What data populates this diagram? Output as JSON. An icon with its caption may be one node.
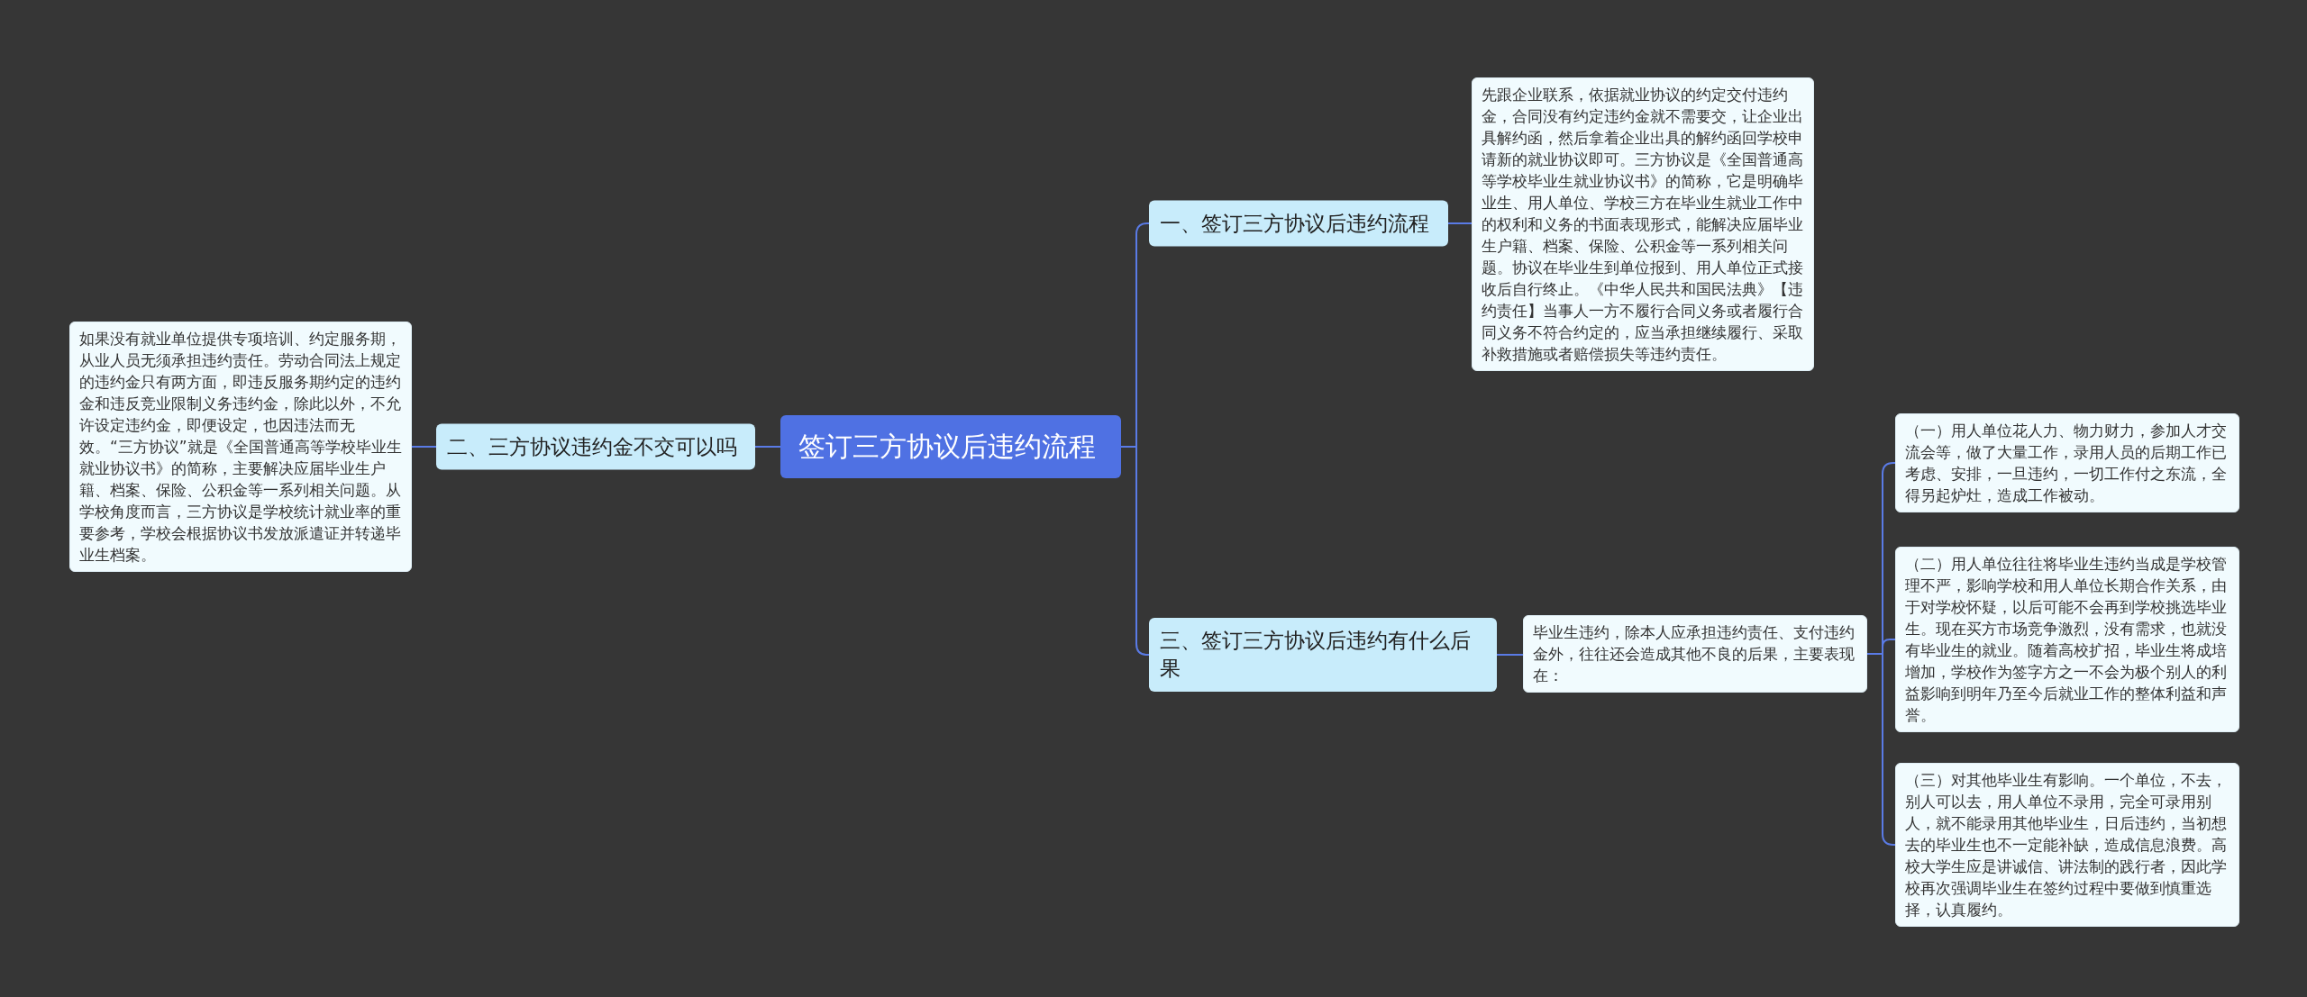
{
  "diagram": {
    "nodes": [
      {
        "text": [
          "签订三方协议后违约流程"
        ]
      },
      {
        "text": [
          "一、签订三方协议后违约流程"
        ]
      },
      {
        "text": [
          "先跟企业联系，依据就业协议的约定交付违约金，合同没有约定违约金就不需要交，让企业出具解约函，然后拿着企业出具的解约函回学校申请新的就业协议即可。三方协议是《全国普通高等学校毕业生就业协议书》的简称，它是明确毕业生、用人单位、学校三方在毕业生就业工作中的权利和义务的书面表现形式，能解决应届毕业生户籍、档案、保险、公积金等一系列相关问题。协议在毕业生到单位报到、用人单位正式接收后自行终止。《中华人民共和国民法典》【违约责任】当事人一方不履行合同义务或者履行合同义务不符合约定的，应当承担继续履行、采取补救措施或者赔偿损失等违约责任。"
        ]
      },
      {
        "text": [
          "二、三方协议违约金不交可以吗"
        ]
      },
      {
        "text": [
          "如果没有就业单位提供专项培训、约定服务期，从业人员无须承担违约责任。劳动合同法上规定的违约金只有两方面，即违反服务期约定的违约金和违反竞业限制义务违约金，除此以外，不允许设定违约金，即便设定，也因违法而无效。“三方协议”就是《全国普通高等学校毕业生就业协议书》的简称，主要解决应届毕业生户籍、档案、保险、公积金等一系列相关问题。从学校角度而言，三方协议是学校统计就业率的重要参考，学校会根据协议书发放派遣证并转递毕业生档案。"
        ]
      },
      {
        "text": [
          "三、签订三方协议后违约有什么后果"
        ]
      },
      {
        "text": [
          "毕业生违约，除本人应承担违约责任、支付违约金外，往往还会造成其他不良的后果，主要表现在："
        ]
      },
      {
        "text": [
          "（一）用人单位花人力、物力财力，参加人才交流会等，做了大量工作，录用人员的后期工作已考虑、安排，一旦违约，一切工作付之东流，全得另起炉灶，造成工作被动。"
        ]
      },
      {
        "text": [
          "（二）用人单位往往将毕业生违约当成是学校管理不严，影响学校和用人单位长期合作关系，由于对学校怀疑，以后可能不会再到学校挑选毕业生。现在买方市场竞争激烈，没有需求，也就没有毕业生的就业。随着高校扩招，毕业生将成培增加，学校作为签字方之一不会为极个别人的利益影响到明年乃至今后就业工作的整体利益和声誉。"
        ]
      },
      {
        "text": [
          "（三）对其他毕业生有影响。一个单位，不去，别人可以去，用人单位不录用，完全可录用别人，就不能录用其他毕业生，日后违约，当初想去的毕业生也不一定能补缺，造成信息浪费。高校大学生应是讲诚信、讲法制的践行者，因此学校再次强调毕业生在签约过程中要做到慎重选择，认真履约。"
        ]
      }
    ],
    "edges": [
      {
        "from": 0,
        "to": 1,
        "arrow": "none"
      },
      {
        "from": 1,
        "to": 2,
        "arrow": "none"
      },
      {
        "from": 0,
        "to": 3,
        "arrow": "none"
      },
      {
        "from": 3,
        "to": 4,
        "arrow": "none"
      },
      {
        "from": 0,
        "to": 5,
        "arrow": "none"
      },
      {
        "from": 5,
        "to": 6,
        "arrow": "none"
      },
      {
        "from": 6,
        "to": 7,
        "arrow": "none"
      },
      {
        "from": 6,
        "to": 8,
        "arrow": "none"
      },
      {
        "from": 6,
        "to": 9,
        "arrow": "none"
      }
    ]
  }
}
